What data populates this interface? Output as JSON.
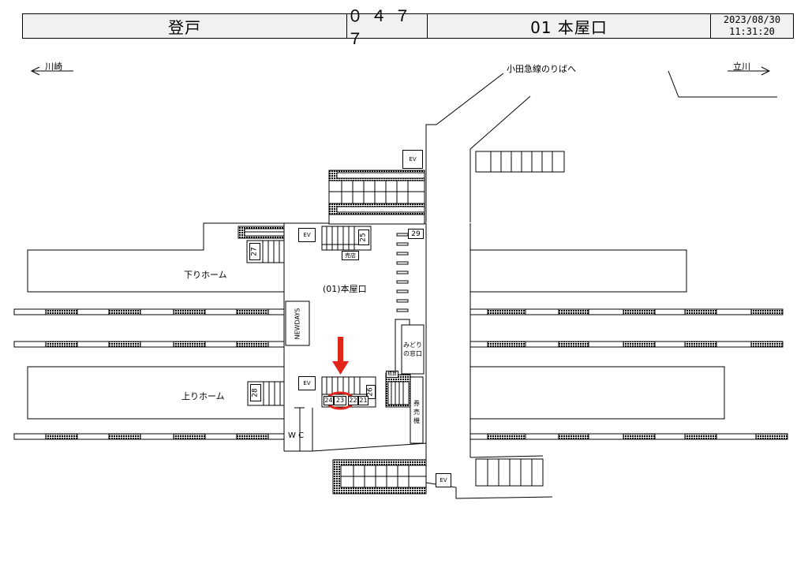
{
  "header": {
    "station": "登戸",
    "code": "０４７７",
    "exit": "01 本屋口",
    "date": "2023/08/30",
    "time": "11:31:20"
  },
  "directions": {
    "left": "川崎",
    "right": "立川",
    "odakyu": "小田急線のりばへ"
  },
  "platforms": {
    "down": "下りホーム",
    "up": "上りホーム"
  },
  "labels": {
    "exit_name": "(01)本屋口",
    "shop": "NEWDAYS",
    "midori_1": "みどり",
    "midori_2": "の窓口",
    "ticket_1": "券",
    "ticket_2": "売",
    "ticket_3": "機",
    "wc": "W C",
    "ev": "EV",
    "kiosk": "売店",
    "small_sign": "精算"
  },
  "numbers": {
    "n21": "21",
    "n22": "22",
    "n23": "23",
    "n24": "24",
    "n25": "25",
    "n26": "26",
    "n27": "27",
    "n28": "28",
    "n29": "29"
  },
  "colors": {
    "marker": "#e3241b",
    "header_bg": "#f1f1f1"
  },
  "icons": {
    "direction_arrow": "arrow-left-icon / arrow-right-icon",
    "location_marker": "down-arrow-icon"
  }
}
